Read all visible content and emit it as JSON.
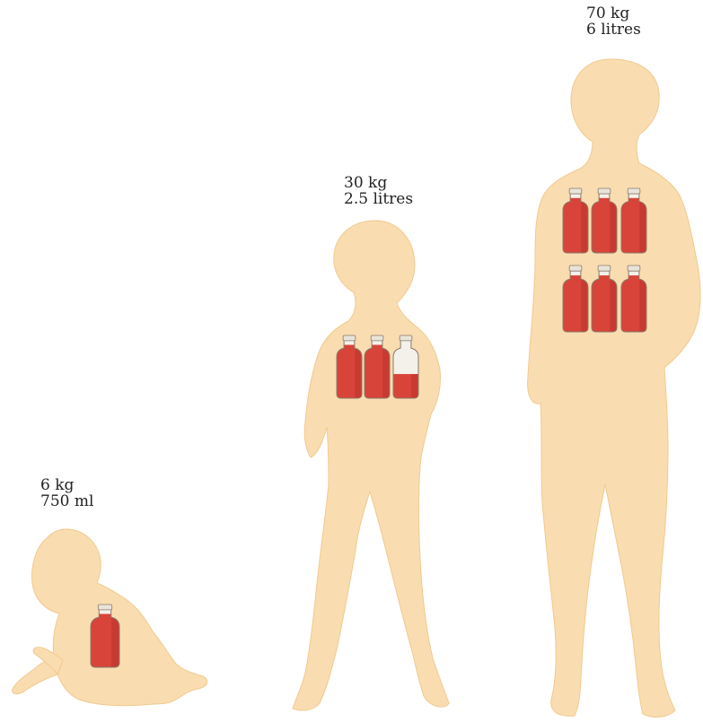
{
  "figures": [
    {
      "id": "baby",
      "weight": "6 kg",
      "volume": "750 ml",
      "bottles_full": 1,
      "bottles_partial_fill": null
    },
    {
      "id": "child",
      "weight": "30 kg",
      "volume": "2.5 litres",
      "bottles_full": 2,
      "bottles_partial_fill": 0.5
    },
    {
      "id": "adult",
      "weight": "70 kg",
      "volume": "6 litres",
      "bottles_full": 6,
      "bottles_partial_fill": null
    }
  ],
  "colors": {
    "skin": "#f9ddb0",
    "skin_edge": "#f1c98f",
    "blood": "#d8443a",
    "blood_dark": "#b52e28",
    "glass": "#f4f0ea",
    "glass_edge": "#8a7a6a",
    "cap": "#e9e4da"
  }
}
